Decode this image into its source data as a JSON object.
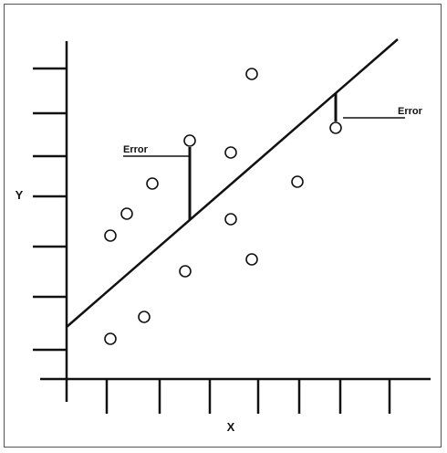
{
  "chart_data": {
    "type": "scatter",
    "title": "",
    "xlabel": "X",
    "ylabel": "Y",
    "xlim": [
      0,
      400
    ],
    "ylim": [
      0,
      380
    ],
    "grid": false,
    "x_ticks_count": 7,
    "y_ticks_count": 7,
    "points": [
      {
        "x": 48,
        "y": 44
      },
      {
        "x": 85,
        "y": 68
      },
      {
        "x": 48,
        "y": 157
      },
      {
        "x": 66,
        "y": 181
      },
      {
        "x": 94,
        "y": 214
      },
      {
        "x": 130,
        "y": 118
      },
      {
        "x": 135,
        "y": 261
      },
      {
        "x": 180,
        "y": 248
      },
      {
        "x": 180,
        "y": 175
      },
      {
        "x": 203,
        "y": 131
      },
      {
        "x": 203,
        "y": 334
      },
      {
        "x": 253,
        "y": 216
      },
      {
        "x": 295,
        "y": 275
      }
    ],
    "regression_line": {
      "x": [
        0,
        363
      ],
      "y": [
        57,
        372
      ]
    },
    "annotations": [
      {
        "text": "Error",
        "point_x": 135,
        "point_y": 261
      },
      {
        "text": "Error",
        "point_x": 295,
        "point_y": 275
      }
    ]
  }
}
